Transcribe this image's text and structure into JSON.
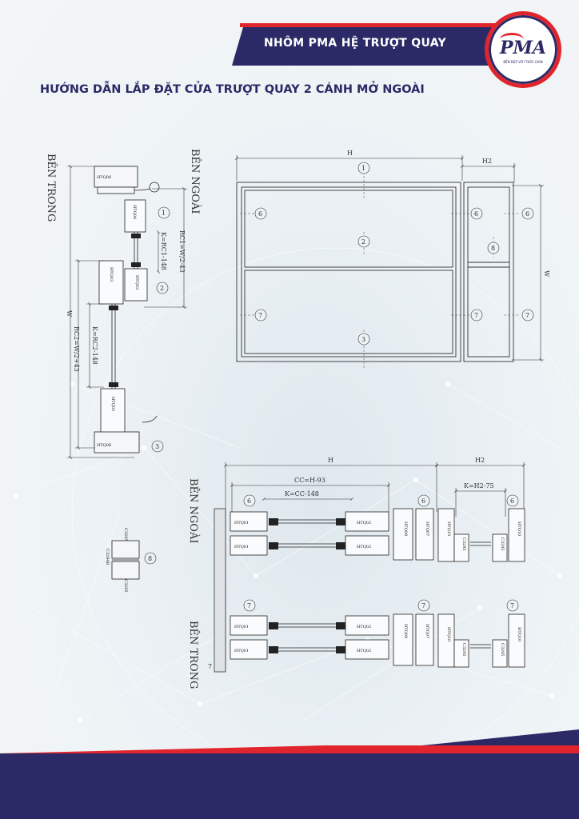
{
  "header": {
    "title": "NHÔM PMA HỆ TRƯỢT QUAY"
  },
  "logo": {
    "brand": "PMA",
    "tagline": "BỀN ĐẸP VỚI THỜI GIAN"
  },
  "page_title": "HƯỚNG DẪN LẮP ĐẶT CỬA TRƯỢT QUAY 2 CÁNH MỞ NGOÀI",
  "section_left": {
    "inside_label": "BÊN TRONG",
    "outside_label": "BÊN NGOÀI",
    "dims": {
      "W": "W",
      "rc1": "RC1=W/2-43",
      "k1": "K=RC1-148",
      "k2": "K=RC2-148",
      "rc2": "RC2=W/2+43"
    },
    "profiles": [
      "HTQ06",
      "HTQ04",
      "HTQ03",
      "HTQ03",
      "HTQ05",
      "HTQ06"
    ],
    "markers": [
      "1",
      "2",
      "3"
    ]
  },
  "elevation": {
    "dims": {
      "H": "H",
      "H2": "H2",
      "W": "W"
    },
    "markers": [
      "1",
      "2",
      "3",
      "6",
      "6",
      "6",
      "8",
      "7",
      "7",
      "7"
    ]
  },
  "section_bottom": {
    "outside_label": "BÊN NGOÀI",
    "inside_label": "BÊN TRONG",
    "dims": {
      "H": "H",
      "H2": "H2",
      "cc": "CC=H-93",
      "kcc": "K=CC-148",
      "kh2": "K=H2-75",
      "seven": "7"
    },
    "markers": [
      "6",
      "6",
      "6",
      "7",
      "7",
      "7"
    ],
    "profiles": [
      "HTQ01",
      "HTQ02",
      "HTQ08",
      "HTQ07",
      "HTQ09",
      "HTQ10",
      "C3295"
    ]
  },
  "detail8": {
    "marker": "8",
    "codes": [
      "C3295",
      "C3294B",
      "C3295"
    ]
  }
}
